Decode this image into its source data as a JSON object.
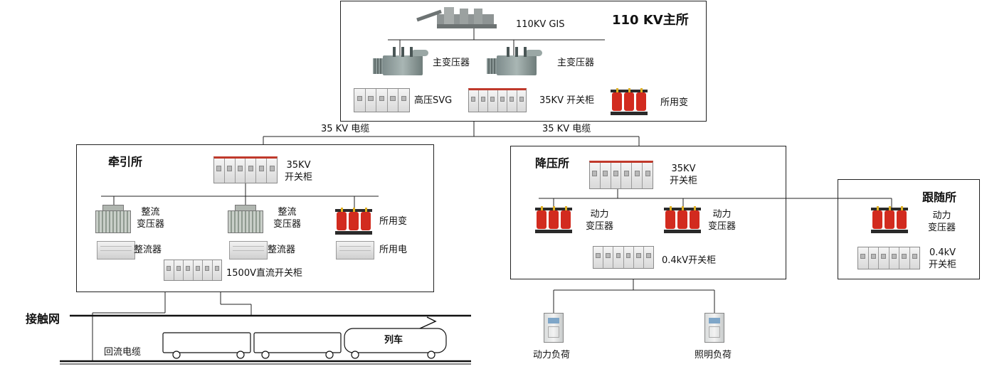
{
  "main_station": {
    "title": "110 KV主所",
    "gis_label": "110KV GIS",
    "transformer_1": "主变压器",
    "transformer_2": "主变压器",
    "svg_label": "高压SVG",
    "switchgear_label": "35KV 开关柜",
    "aux_label": "所用变"
  },
  "cables": {
    "left": "35 KV 电缆",
    "right": "35 KV 电缆"
  },
  "traction": {
    "title": "牵引所",
    "switchgear_line1": "35KV",
    "switchgear_line2": "开关柜",
    "rect_tx_1_line1": "整流",
    "rect_tx_1_line2": "变压器",
    "rect_tx_2_line1": "整流",
    "rect_tx_2_line2": "变压器",
    "aux_tx": "所用变",
    "rectifier_1": "整流器",
    "rectifier_2": "整流器",
    "aux_power": "所用电",
    "dc_switchgear": "1500V直流开关柜"
  },
  "step_down": {
    "title": "降压所",
    "switchgear_line1": "35KV",
    "switchgear_line2": "开关柜",
    "power_tx_1_line1": "动力",
    "power_tx_1_line2": "变压器",
    "power_tx_2_line1": "动力",
    "power_tx_2_line2": "变压器",
    "lv_switchgear": "0.4kV开关柜"
  },
  "follow": {
    "title": "跟随所",
    "power_tx_line1": "动力",
    "power_tx_line2": "变压器",
    "lv_line1": "0.4kV",
    "lv_line2": "开关柜"
  },
  "track": {
    "catenary": "接触网",
    "return_cable": "回流电缆",
    "train": "列车"
  },
  "loads": {
    "power_load": "动力负荷",
    "lighting_load": "照明负荷"
  },
  "colors": {
    "transformer_red": "#d22b1f",
    "line": "#222222"
  }
}
